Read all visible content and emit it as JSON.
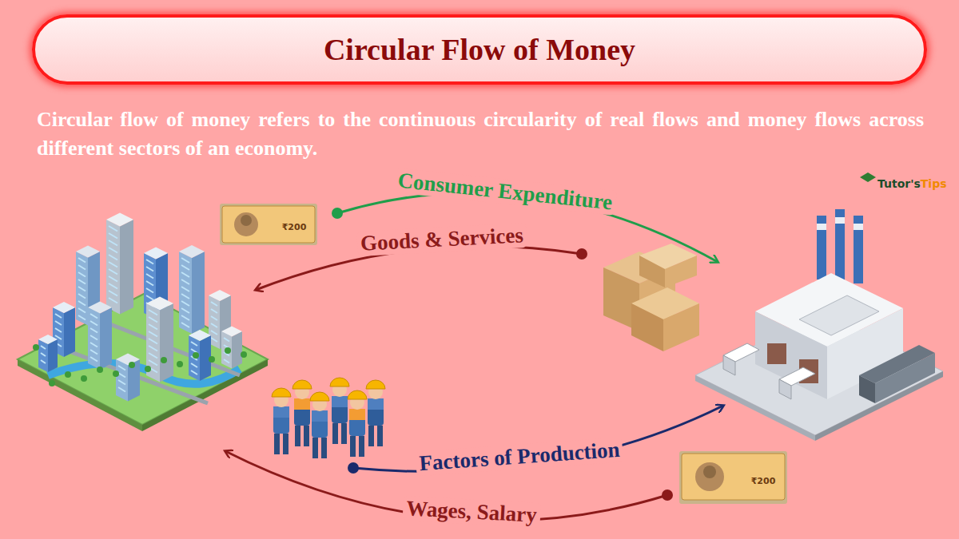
{
  "diagram": {
    "title": "Circular Flow of Money",
    "labels": [
      "Circular flow of money refers to the continuous circularity of real flows and money flows across different sectors of an economy.",
      "Consumer Expenditure",
      "Goods & Services",
      "Factors of Production",
      "Wages, Salary",
      "Tutor's",
      "Tips",
      "₹200",
      "₹200"
    ]
  }
}
